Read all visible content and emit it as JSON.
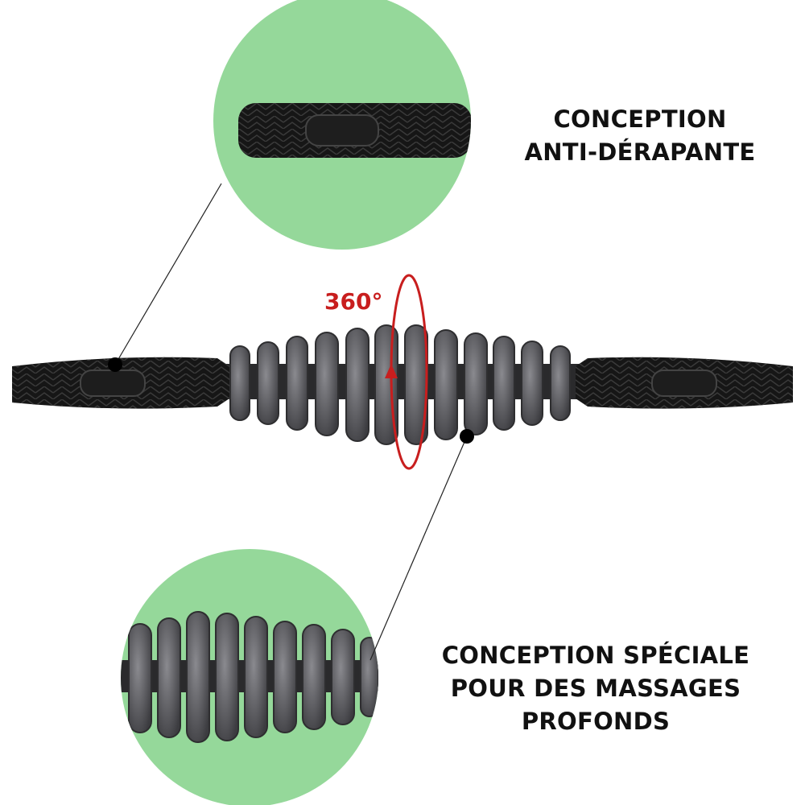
{
  "labels": {
    "top": [
      "CONCEPTION",
      "ANTI-DÉRAPANTE"
    ],
    "bottom": [
      "CONCEPTION SPÉCIALE",
      "POUR DES MASSAGES",
      "PROFONDS"
    ],
    "rotation": "360°"
  },
  "colors": {
    "circle": "#95d89a",
    "handle": "#161616",
    "roller": "#5a5a5e",
    "accent": "#c81e1e"
  }
}
